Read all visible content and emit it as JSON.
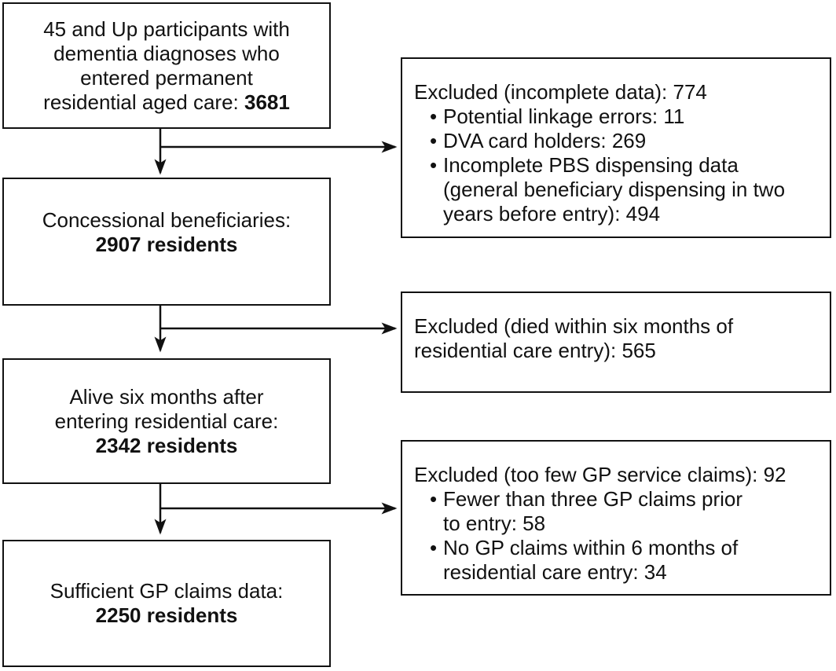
{
  "colors": {
    "ink": "#111111",
    "background": "#ffffff"
  },
  "glyphs": {
    "bullet": "•"
  },
  "flow": {
    "cohort_boxes": [
      {
        "lines": [
          "45 and Up participants with",
          "dementia diagnoses who",
          "entered permanent"
        ],
        "last_line": "residential aged care:",
        "value": "3681"
      },
      {
        "last_line": "Concessional beneficiaries:",
        "value": "2907 residents"
      },
      {
        "lines": [
          "Alive six months after"
        ],
        "last_line": "entering residential care:",
        "value": "2342 residents"
      },
      {
        "last_line": "Sufficient GP claims data:",
        "value": "2250 residents"
      }
    ],
    "exclusion_boxes": [
      {
        "title_lines": [
          "Excluded (incomplete data): 774"
        ],
        "bullets": [
          [
            "Potential linkage errors: 11"
          ],
          [
            "DVA card holders: 269"
          ],
          [
            "Incomplete PBS dispensing data",
            "(general beneficiary dispensing in two",
            "years before entry): 494"
          ]
        ]
      },
      {
        "title_lines": [
          "Excluded (died within six months of",
          "residential care entry): 565"
        ],
        "bullets": []
      },
      {
        "title_lines": [
          "Excluded (too few GP service claims): 92"
        ],
        "bullets": [
          [
            "Fewer than three GP claims prior",
            "to entry: 58"
          ],
          [
            "No GP claims within 6 months of",
            "residential care entry: 34"
          ]
        ]
      }
    ]
  }
}
